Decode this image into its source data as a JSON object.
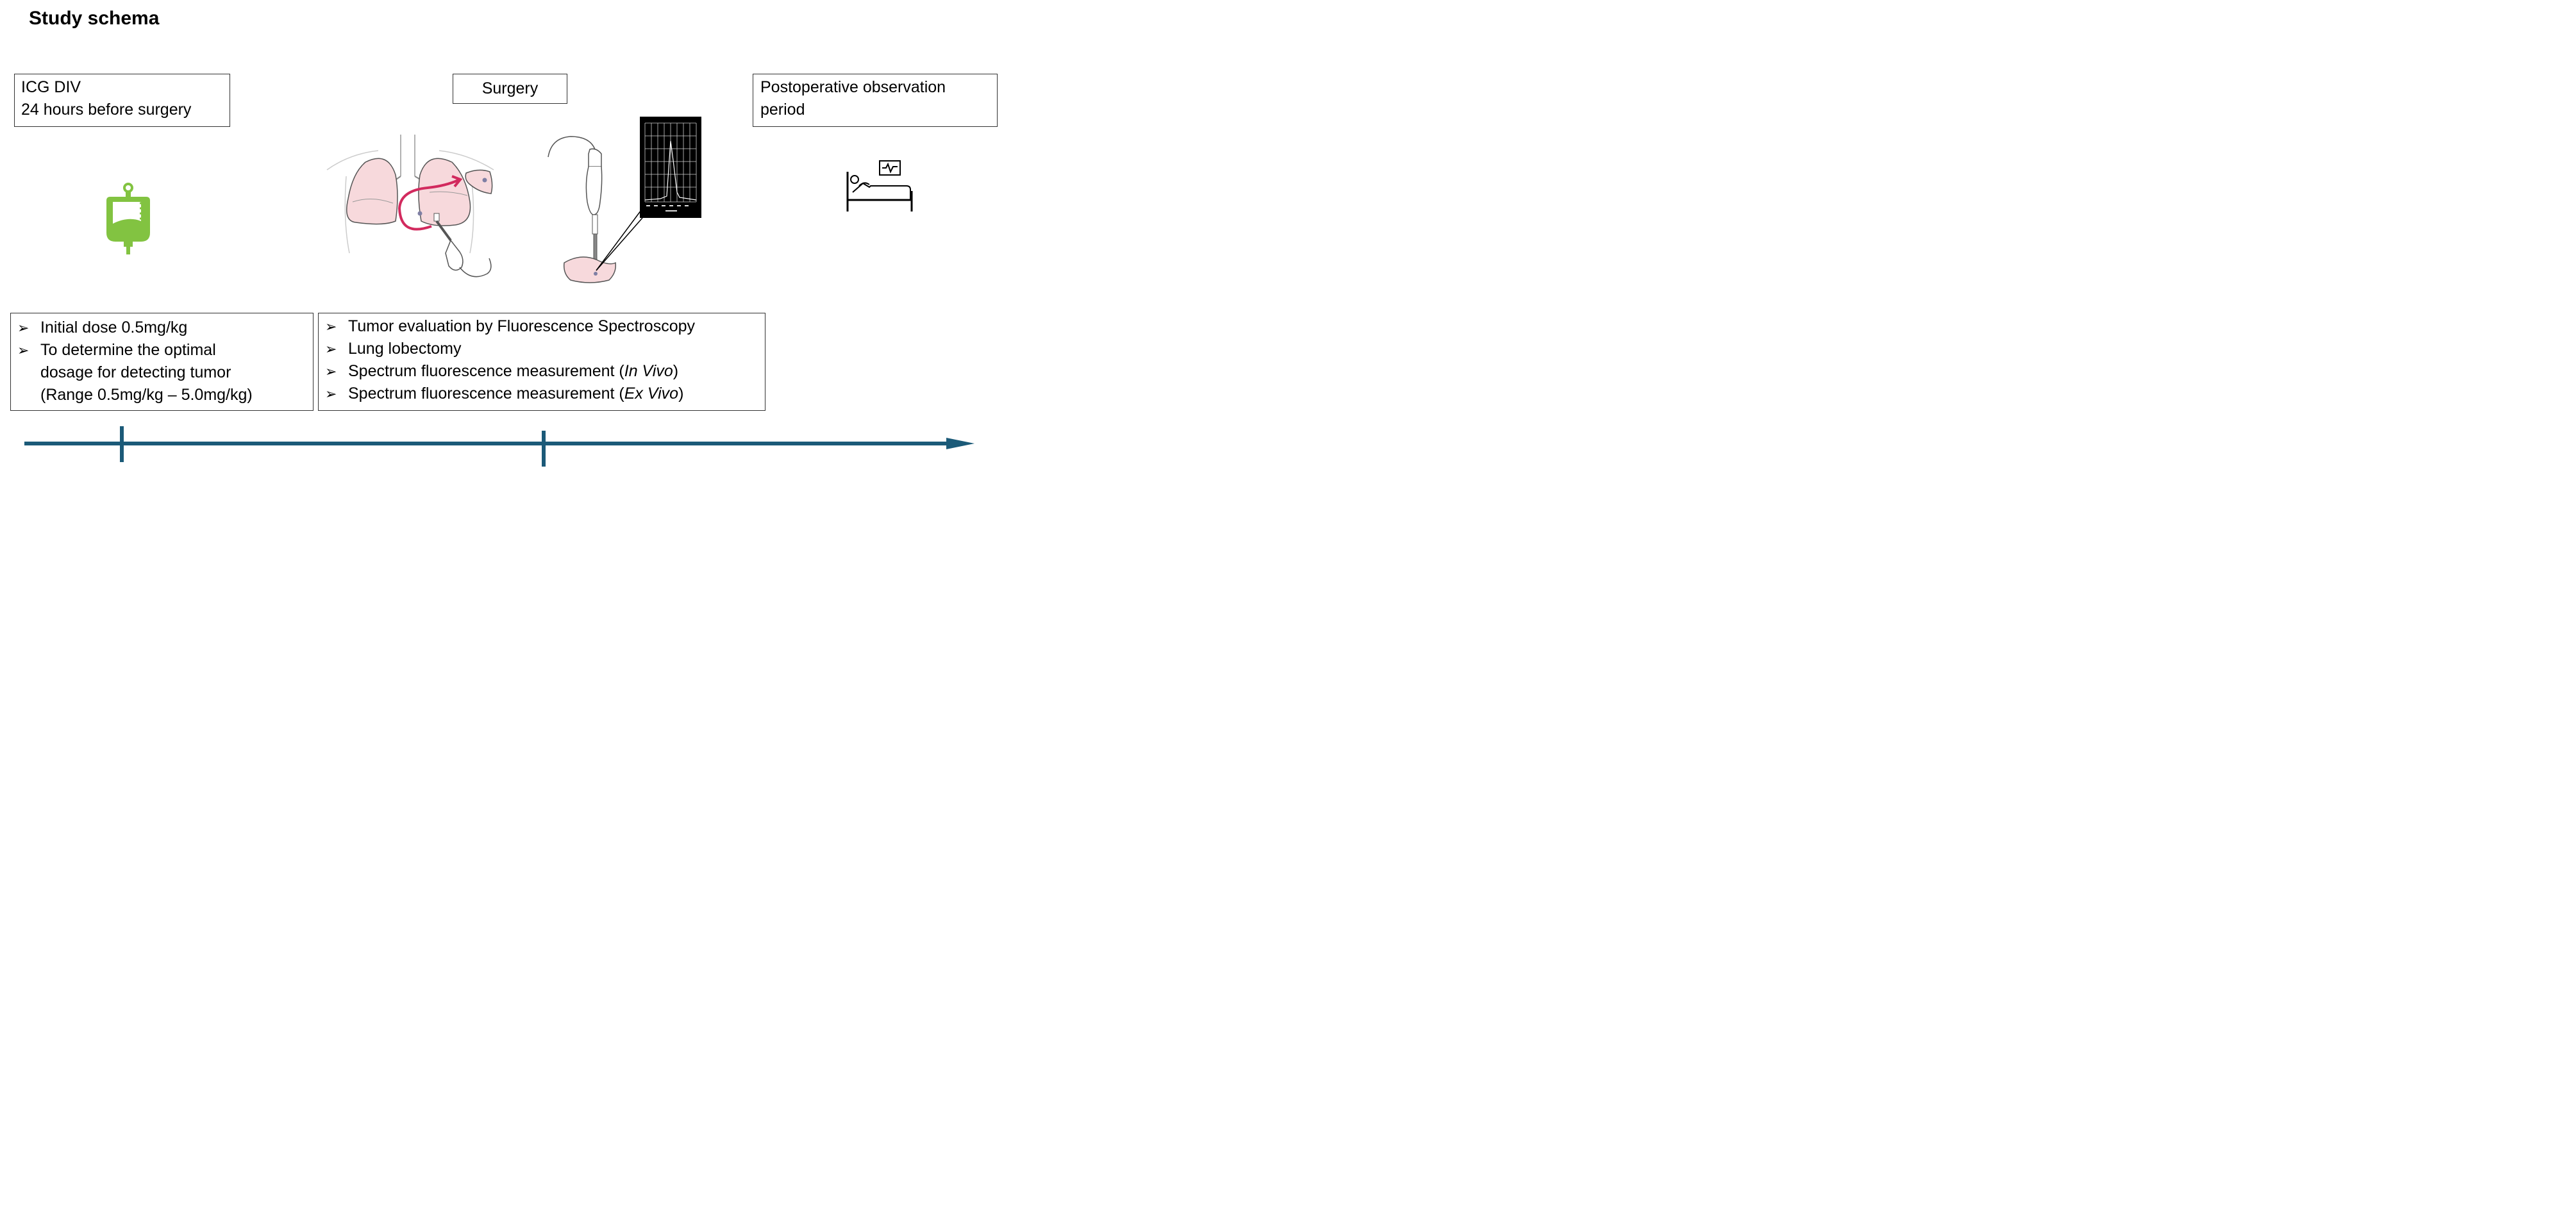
{
  "title": "Study schema",
  "icg_box": {
    "line1": "ICG DIV",
    "line2": "24 hours before surgery"
  },
  "surgery_box": {
    "label": "Surgery"
  },
  "postop_box": {
    "line1": "Postoperative observation",
    "line2": "period"
  },
  "dose_box": {
    "bullet_symbol": "➢",
    "items": [
      {
        "lines": [
          "Initial dose 0.5mg/kg"
        ]
      },
      {
        "lines": [
          "To determine the optimal",
          "dosage for detecting tumor",
          "(Range 0.5mg/kg – 5.0mg/kg)"
        ]
      }
    ]
  },
  "eval_box": {
    "bullet_symbol": "➢",
    "items": [
      {
        "text": "Tumor evaluation by Fluorescence Spectroscopy"
      },
      {
        "text": "Lung lobectomy"
      },
      {
        "pre": "Spectrum fluorescence measurement (",
        "em": "In Vivo",
        "post": ")"
      },
      {
        "pre": "Spectrum fluorescence measurement (",
        "em": "Ex Vivo",
        "post": ")"
      }
    ]
  },
  "icons": {
    "iv_bag": "iv-bag-icon",
    "lungs": "lung-surgery-illustration",
    "probe": "spectroscopy-probe-illustration",
    "patient": "patient-bed-monitor-icon"
  },
  "colors": {
    "timeline": "#1b5a78",
    "iv_bag": "#82c341",
    "lung_fill": "#f7d9dc",
    "arrow_magenta": "#d22a5e"
  }
}
